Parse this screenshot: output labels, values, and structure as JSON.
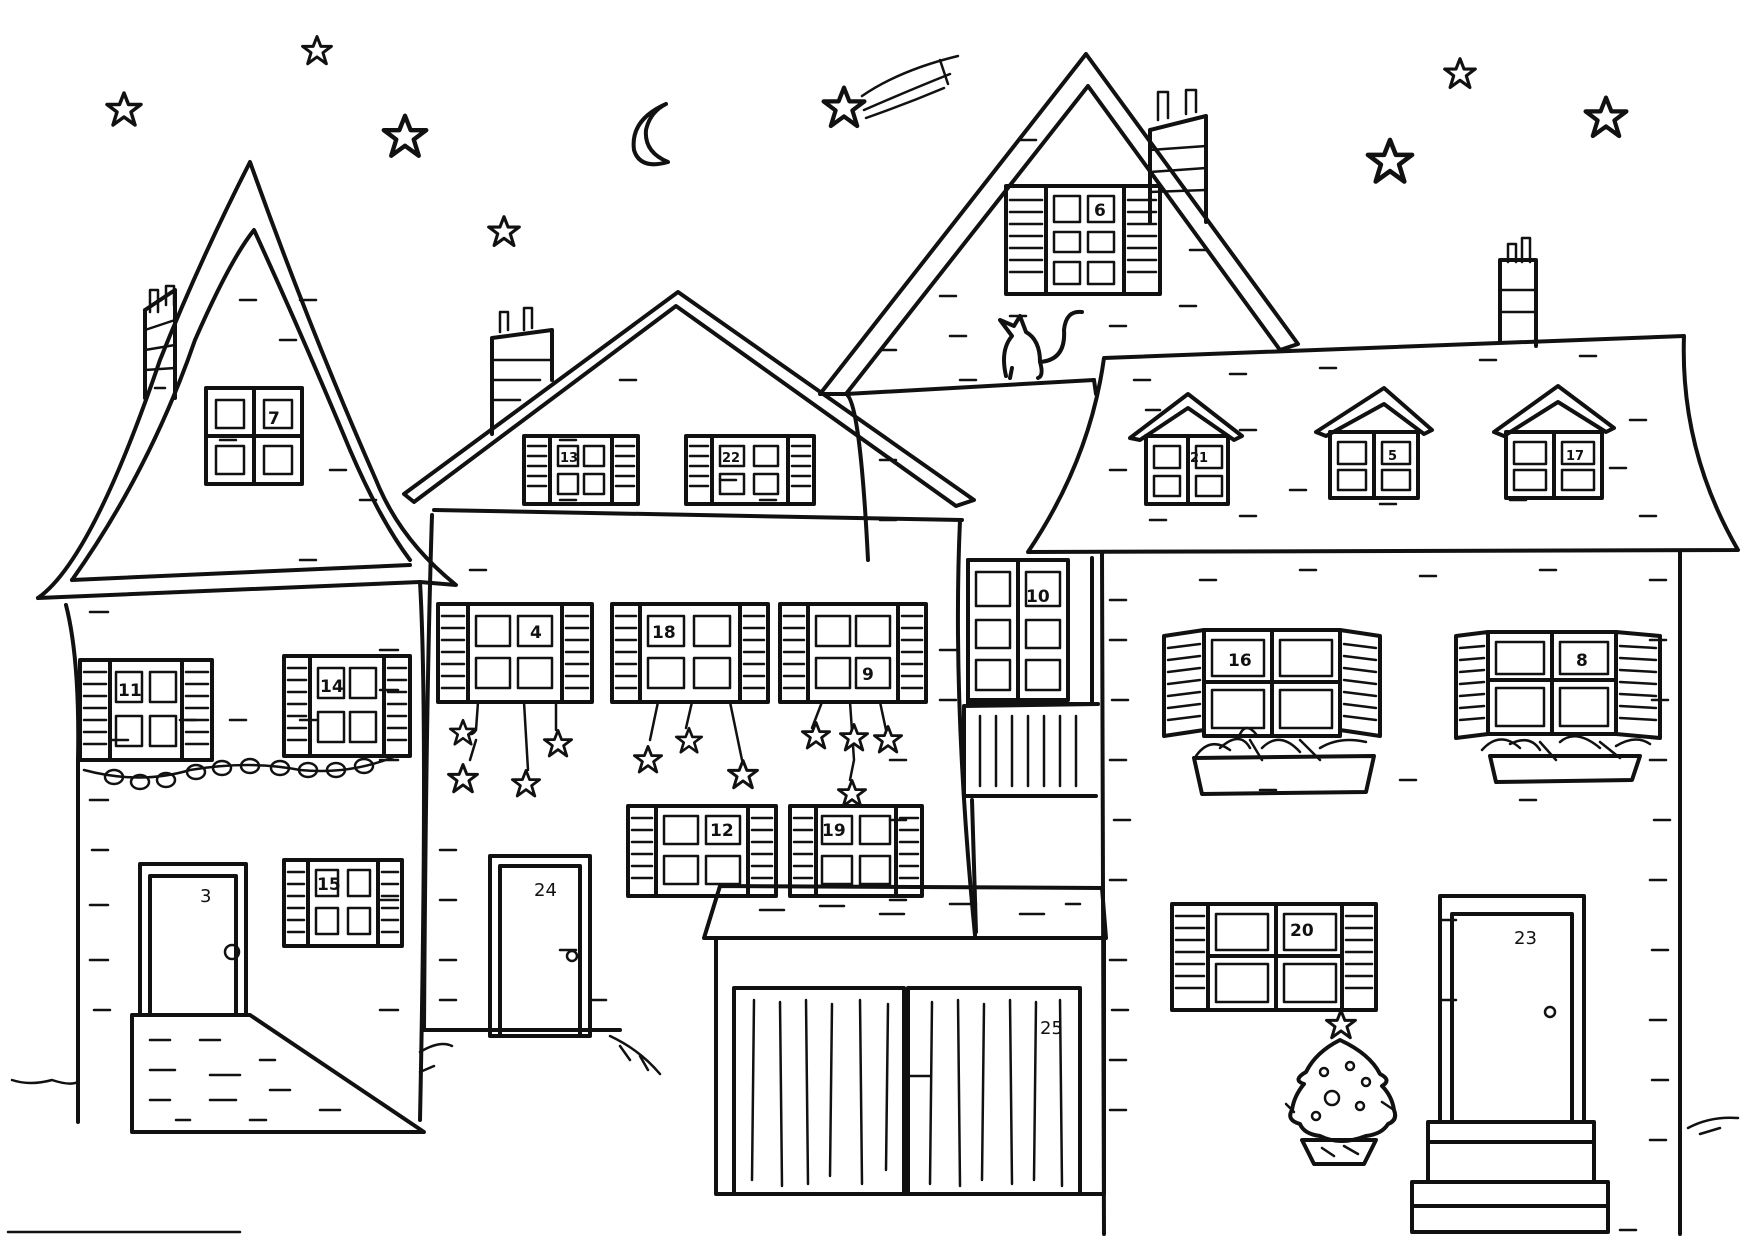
{
  "drawing": {
    "ink_color": "#111111",
    "paper_color": "#ffffff",
    "window_numbers": {
      "w7": "7",
      "w13": "13",
      "w22": "22",
      "w6": "6",
      "w21": "21",
      "w5": "5",
      "w17": "17",
      "w10": "10",
      "w11": "11",
      "w14": "14",
      "w4": "4",
      "w18": "18",
      "w9": "9",
      "w16": "16",
      "w8": "8",
      "w15": "15",
      "w12": "12",
      "w19": "19",
      "w20": "20"
    },
    "door_numbers": {
      "d3": "3",
      "d24": "24",
      "d23": "23",
      "g25": "25"
    }
  }
}
